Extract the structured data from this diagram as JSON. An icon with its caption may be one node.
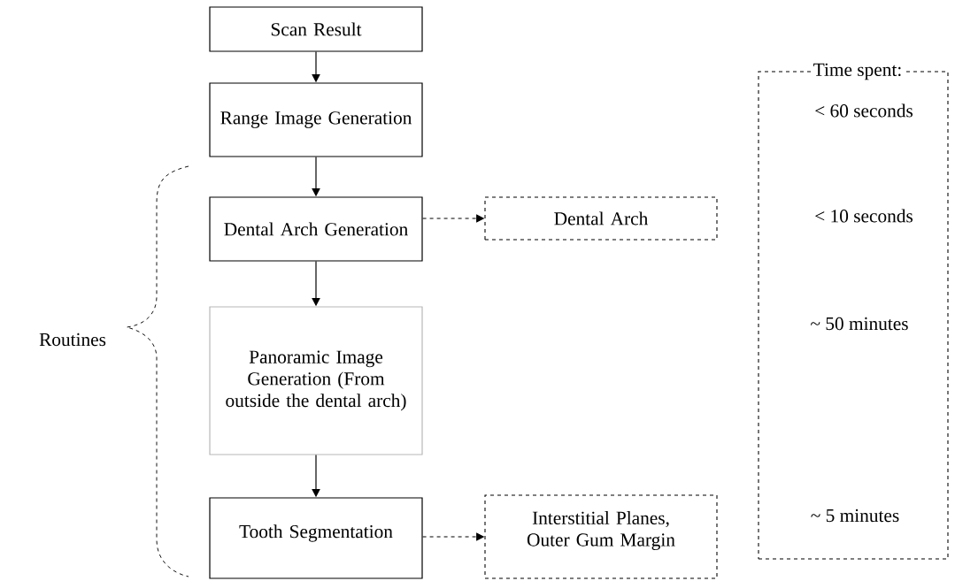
{
  "diagram": {
    "nodes": [
      {
        "text": [
          "Scan Result"
        ]
      },
      {
        "text": [
          "Range Image Generation"
        ]
      },
      {
        "text": [
          "Dental Arch Generation"
        ]
      },
      {
        "text": [
          "Panoramic Image Generation (From outside the dental arch)"
        ]
      },
      {
        "text": [
          "Tooth Segmentation"
        ]
      },
      {
        "text": [
          "Dental Arch"
        ]
      },
      {
        "text": [
          "Interstitial Planes, Outer Gum Margin"
        ]
      },
      {
        "text": [
          "Time spent:"
        ]
      }
    ],
    "edges": [
      {
        "from": 0,
        "to": 1,
        "arrow": "to"
      },
      {
        "from": 1,
        "to": 2,
        "arrow": "to"
      },
      {
        "from": 2,
        "to": 3,
        "arrow": "to"
      },
      {
        "from": 3,
        "to": 4,
        "arrow": "to"
      },
      {
        "from": 2,
        "to": 5,
        "arrow": "to",
        "style": "dashed"
      },
      {
        "from": 4,
        "to": 6,
        "arrow": "to",
        "style": "dashed"
      }
    ],
    "labels": [
      "< 60 seconds",
      "< 10 seconds",
      "~ 50 minutes",
      "~ 5 minutes",
      "Routines"
    ]
  }
}
